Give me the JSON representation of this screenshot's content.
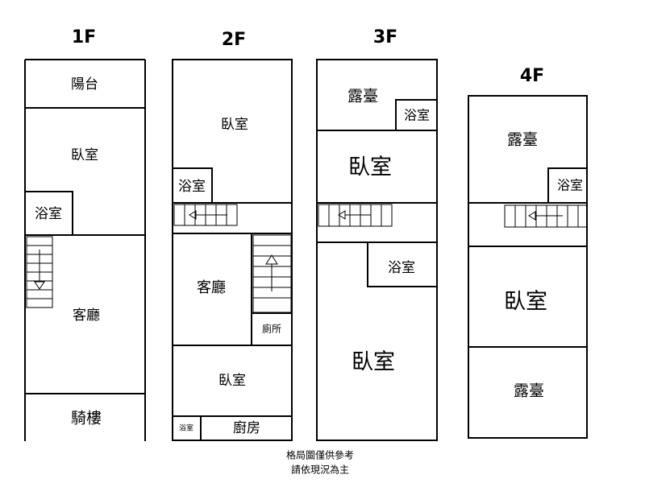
{
  "floors": {
    "f1": {
      "title": "1F",
      "rooms": {
        "balcony": "陽台",
        "bedroom": "臥室",
        "bath": "浴室",
        "living": "客廳",
        "arcade": "騎樓"
      }
    },
    "f2": {
      "title": "2F",
      "rooms": {
        "bedroom_top": "臥室",
        "bath_top": "浴室",
        "living": "客廳",
        "toilet": "廁所",
        "bedroom_bottom": "臥室",
        "bath_small": "浴室",
        "kitchen": "廚房"
      }
    },
    "f3": {
      "title": "3F",
      "rooms": {
        "terrace": "露臺",
        "bath_top": "浴室",
        "bedroom_top": "臥室",
        "bath_mid": "浴室",
        "bedroom_bottom": "臥室"
      }
    },
    "f4": {
      "title": "4F",
      "rooms": {
        "terrace_top": "露臺",
        "bath": "浴室",
        "bedroom": "臥室",
        "terrace_bottom": "露臺"
      }
    }
  },
  "note": {
    "line1": "格局圖僅供參考",
    "line2": "請依現況為主"
  }
}
